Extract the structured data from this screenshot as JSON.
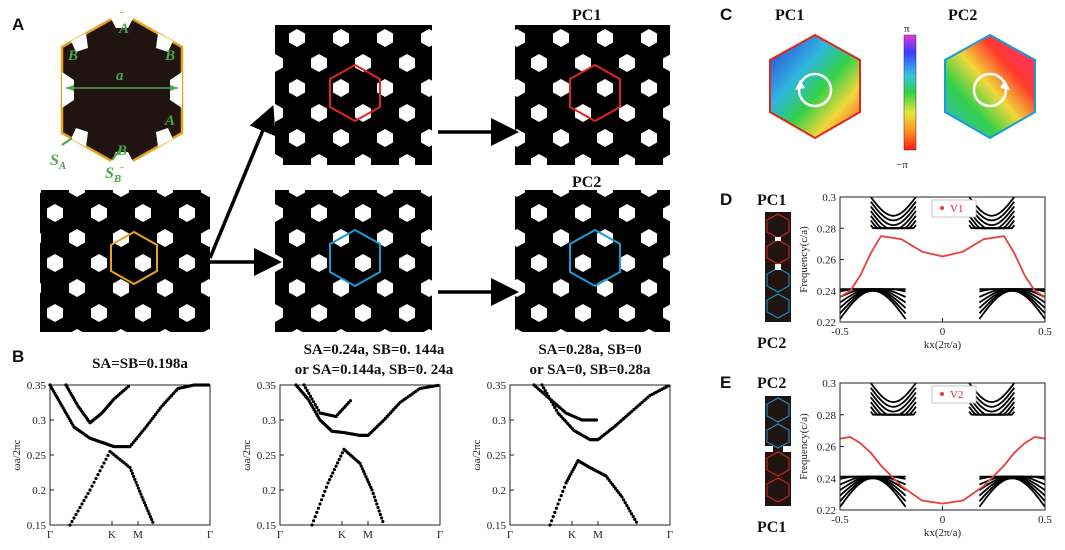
{
  "panels": {
    "A": {
      "letter": "A",
      "labels": {
        "A": "A",
        "B": "B",
        "a": "a",
        "SA": "S",
        "SA_sub": "A",
        "SB": "S",
        "SB_sub": "B"
      }
    },
    "B": {
      "letter": "B"
    },
    "C": {
      "letter": "C"
    },
    "D": {
      "letter": "D"
    },
    "E": {
      "letter": "E"
    }
  },
  "pc_labels": {
    "pc1": "PC1",
    "pc2": "PC2"
  },
  "colorbar": {
    "top": "π",
    "bottom": "−π"
  },
  "titles": {
    "b1": "SA=SB=0.198a",
    "b2_line1": "SA=0.24a, SB=0. 144a",
    "b2_line2": "or SA=0.144a, SB=0. 24a",
    "b3_line1": "SA=0.28a, SB=0",
    "b3_line2": "or SA=0, SB=0.28a"
  },
  "chart_data": [
    {
      "type": "scatter",
      "id": "B1",
      "title": "",
      "ylabel": "ωa/2πc",
      "xticks": [
        "Γ",
        "K",
        "M",
        "Γ"
      ],
      "ylim": [
        0.15,
        0.35
      ],
      "yticks": [
        0.15,
        0.2,
        0.25,
        0.3,
        0.35
      ],
      "series": [
        {
          "x": [
            0.0,
            0.3,
            0.6,
            1.0,
            1.3,
            1.6,
            2.0
          ],
          "y": [
            0.35,
            0.32,
            0.29,
            0.274,
            0.268,
            0.262,
            0.262
          ]
        },
        {
          "x": [
            2.0,
            2.4,
            2.8,
            3.2,
            3.6,
            4.0
          ],
          "y": [
            0.262,
            0.29,
            0.32,
            0.345,
            0.35,
            0.35
          ]
        },
        {
          "x": [
            0.4,
            0.7,
            1.0,
            1.3,
            1.6,
            2.0
          ],
          "y": [
            0.35,
            0.32,
            0.296,
            0.31,
            0.33,
            0.35
          ]
        },
        {
          "x": [
            0.5,
            1.0,
            1.5,
            2.0,
            2.3,
            2.6
          ],
          "y": [
            0.15,
            0.2,
            0.255,
            0.232,
            0.19,
            0.15
          ]
        }
      ]
    },
    {
      "type": "scatter",
      "id": "B2",
      "ylabel": "ωa/2πc",
      "xticks": [
        "Γ",
        "K",
        "M",
        "Γ"
      ],
      "ylim": [
        0.15,
        0.35
      ],
      "yticks": [
        0.15,
        0.2,
        0.25,
        0.3,
        0.35
      ],
      "series": [
        {
          "x": [
            0.4,
            0.7,
            1.0,
            1.3,
            1.6,
            2.0,
            2.2
          ],
          "y": [
            0.35,
            0.33,
            0.3,
            0.284,
            0.282,
            0.278,
            0.278
          ]
        },
        {
          "x": [
            2.2,
            2.6,
            3.0,
            3.5,
            4.0
          ],
          "y": [
            0.278,
            0.3,
            0.325,
            0.345,
            0.35
          ]
        },
        {
          "x": [
            0.6,
            1.0,
            1.4,
            1.8
          ],
          "y": [
            0.35,
            0.31,
            0.305,
            0.33
          ]
        },
        {
          "x": [
            0.8,
            1.2,
            1.6,
            2.0,
            2.3,
            2.6
          ],
          "y": [
            0.15,
            0.21,
            0.258,
            0.238,
            0.2,
            0.15
          ]
        }
      ]
    },
    {
      "type": "scatter",
      "id": "B3",
      "ylabel": "ωa/2πc",
      "xticks": [
        "Γ",
        "K",
        "M",
        "Γ"
      ],
      "ylim": [
        0.15,
        0.35
      ],
      "yticks": [
        0.15,
        0.2,
        0.25,
        0.3,
        0.35
      ],
      "series": [
        {
          "x": [
            0.6,
            1.0,
            1.4,
            1.8,
            2.2
          ],
          "y": [
            0.35,
            0.33,
            0.31,
            0.3,
            0.3
          ]
        },
        {
          "x": [
            0.8,
            1.2,
            1.6,
            2.0,
            2.2,
            2.6,
            3.0,
            3.5,
            4.0
          ],
          "y": [
            0.35,
            0.31,
            0.285,
            0.272,
            0.272,
            0.29,
            0.31,
            0.335,
            0.35
          ]
        },
        {
          "x": [
            1.0,
            1.4,
            1.7,
            2.0,
            2.4,
            2.8,
            3.2
          ],
          "y": [
            0.15,
            0.21,
            0.242,
            0.232,
            0.22,
            0.19,
            0.15
          ]
        }
      ]
    },
    {
      "type": "line",
      "id": "D",
      "xlabel": "kx(2π/a)",
      "ylabel": "Frequency(c/a)",
      "xlim": [
        -0.5,
        0.5
      ],
      "ylim": [
        0.22,
        0.3
      ],
      "xticks": [
        -0.5,
        0,
        0.5
      ],
      "yticks": [
        0.22,
        0.24,
        0.26,
        0.28,
        0.3
      ],
      "legend": "V1",
      "series": [
        {
          "name": "V1",
          "x": [
            -0.5,
            -0.45,
            -0.4,
            -0.35,
            -0.3,
            -0.2,
            -0.1,
            0,
            0.1,
            0.2,
            0.3,
            0.35,
            0.4,
            0.45,
            0.5
          ],
          "y": [
            0.236,
            0.24,
            0.25,
            0.264,
            0.275,
            0.273,
            0.265,
            0.262,
            0.265,
            0.273,
            0.275,
            0.264,
            0.25,
            0.24,
            0.236
          ]
        }
      ]
    },
    {
      "type": "line",
      "id": "E",
      "xlabel": "kx(2π/a)",
      "ylabel": "Frequency(c/a)",
      "xlim": [
        -0.5,
        0.5
      ],
      "ylim": [
        0.22,
        0.3
      ],
      "xticks": [
        -0.5,
        0,
        0.5
      ],
      "yticks": [
        0.22,
        0.24,
        0.26,
        0.28,
        0.3
      ],
      "legend": "V2",
      "series": [
        {
          "name": "V2",
          "x": [
            -0.5,
            -0.45,
            -0.4,
            -0.35,
            -0.3,
            -0.2,
            -0.1,
            0,
            0.1,
            0.2,
            0.3,
            0.35,
            0.4,
            0.45,
            0.5
          ],
          "y": [
            0.265,
            0.266,
            0.262,
            0.256,
            0.248,
            0.235,
            0.226,
            0.224,
            0.226,
            0.235,
            0.248,
            0.256,
            0.262,
            0.266,
            0.265
          ]
        }
      ]
    }
  ],
  "colors": {
    "orange": "#e8a21c",
    "red": "#e0261d",
    "blue": "#1a9ad6",
    "green": "#4aa548",
    "plot_red": "#e8403a"
  }
}
